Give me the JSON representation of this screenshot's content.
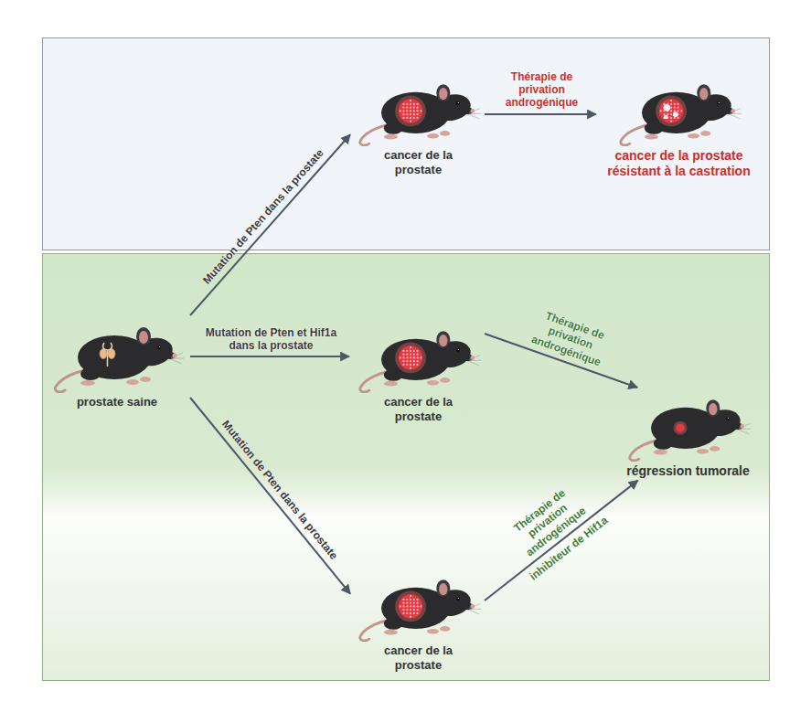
{
  "diagram": {
    "nodes": [
      {
        "text": [
          "prostate saine"
        ]
      },
      {
        "text": [
          "cancer de la prostate"
        ]
      },
      {
        "text": [
          "cancer de la prostate résistant à la castration"
        ]
      },
      {
        "text": [
          "cancer de la prostate"
        ]
      },
      {
        "text": [
          "régression tumorale"
        ]
      },
      {
        "text": [
          "cancer de la prostate"
        ]
      }
    ],
    "edges": [
      {
        "from": 0,
        "to": 1,
        "label": "Mutation de Pten dans la prostate",
        "arrow": "to"
      },
      {
        "from": 1,
        "to": 2,
        "label": "Thérapie de privation androgénique",
        "arrow": "to"
      },
      {
        "from": 0,
        "to": 3,
        "label": "Mutation de Pten et Hif1a dans la prostate",
        "arrow": "to"
      },
      {
        "from": 3,
        "to": 4,
        "label": "Thérapie de privation androgénique",
        "arrow": "to"
      },
      {
        "from": 0,
        "to": 5,
        "label": "Mutation de Pten dans la prostate",
        "arrow": "to"
      },
      {
        "from": 5,
        "to": 4,
        "label": "Thérapie de privation androgénique",
        "arrow": "to"
      }
    ],
    "labels": [
      "inhibiteur de Hif1a"
    ]
  }
}
